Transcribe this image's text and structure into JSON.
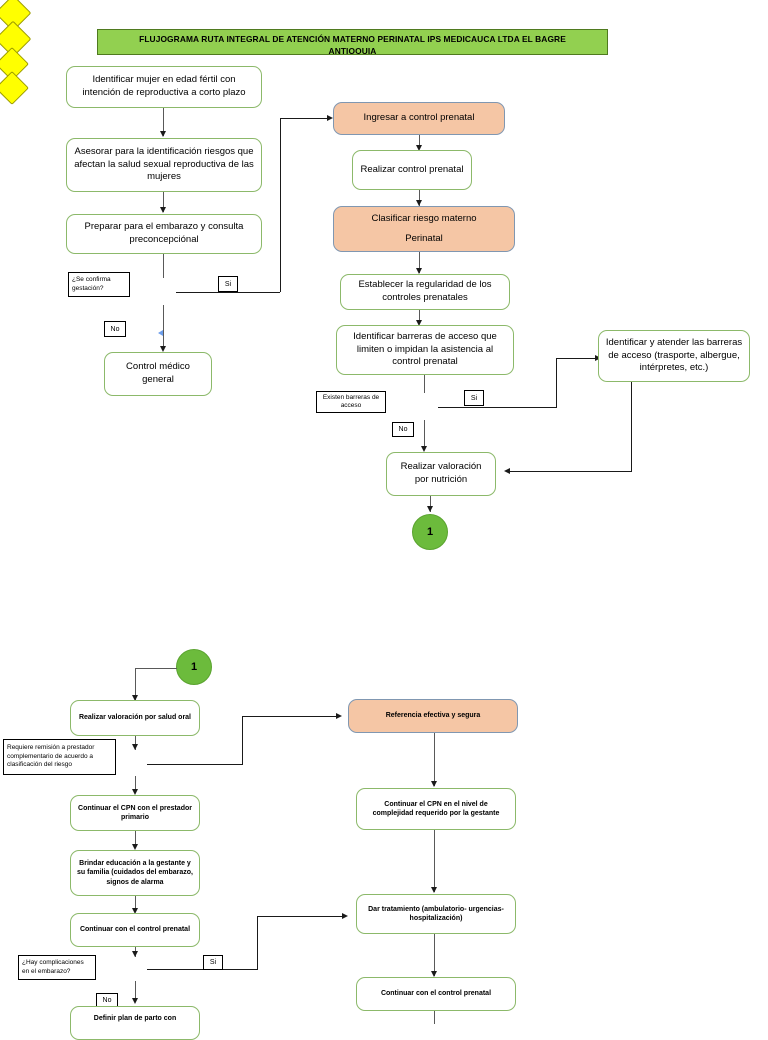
{
  "document": {
    "title_line1": "FLUJOGRAMA RUTA INTEGRAL DE ATENCIÓN MATERNO PERINATAL IPS MEDICAUCA LTDA EL BAGRE",
    "title_line2": "ANTIOQUIA"
  },
  "colors": {
    "title_banner": "#92d050",
    "process_border": "#8cb96a",
    "process_fill": "#ffffff",
    "highlight_fill": "#f5c6a5",
    "highlight_border": "#8097b1",
    "decision_fill": "#ffff00",
    "connector_fill": "#6cbb3c",
    "line": "#595959"
  },
  "page1": {
    "left_column": {
      "box_identificar": "Identificar mujer en edad fértil con intención de reproductiva a corto plazo",
      "box_asesorar": "Asesorar para la identificación riesgos que afectan la salud sexual reproductiva de las mujeres",
      "box_preparar": "Preparar para el embarazo y consulta preconcepciónal",
      "decision_note": "¿Se confirma gestación?",
      "label_si": "Si",
      "label_no": "No",
      "box_control_medico": "Control médico general"
    },
    "right_column": {
      "box_ingresar": "Ingresar a control prenatal",
      "box_realizar_control": "Realizar control prenatal",
      "box_clasificar_l1": "Clasificar riesgo materno",
      "box_clasificar_l2": "Perinatal",
      "box_establecer": "Establecer la regularidad de los controles prenatales",
      "box_identificar_barreras": "Identificar  barreras de acceso que limiten o impidan la asistencia al control prenatal",
      "decision_note": "Existen barreras de acceso",
      "label_si": "Si",
      "label_no": "No",
      "box_atender_barreras": "Identificar y atender las barreras de acceso (trasporte, albergue, intérpretes, etc.)",
      "box_valoracion_nutricion": "Realizar valoración por nutrición",
      "connector_out": "1"
    }
  },
  "page2": {
    "connector_in": "1",
    "left_column": {
      "box_salud_oral": "Realizar valoración por salud oral",
      "decision_note": "Requiere remisión a prestador complementario de acuerdo a clasificación del riesgo",
      "box_continuar_cpn": "Continuar el CPN con el prestador primario",
      "box_brindar_educacion": "Brindar educación a la gestante y su familia (cuidados del embarazo, signos de alarma",
      "box_continuar_control": "Continuar con el control prenatal",
      "decision_note_2": "¿Hay complicaciones en el embarazo?",
      "label_si": "Si",
      "label_no": "No",
      "box_definir_plan": "Definir plan de parto con"
    },
    "right_column": {
      "box_referencia": "Referencia efectiva y segura",
      "box_continuar_nivel": "Continuar el CPN en el nivel de complejidad requerido por la gestante",
      "box_tratamiento": "Dar tratamiento (ambulatorio- urgencias- hospitalización)",
      "box_continuar_control": "Continuar con el control prenatal"
    }
  }
}
